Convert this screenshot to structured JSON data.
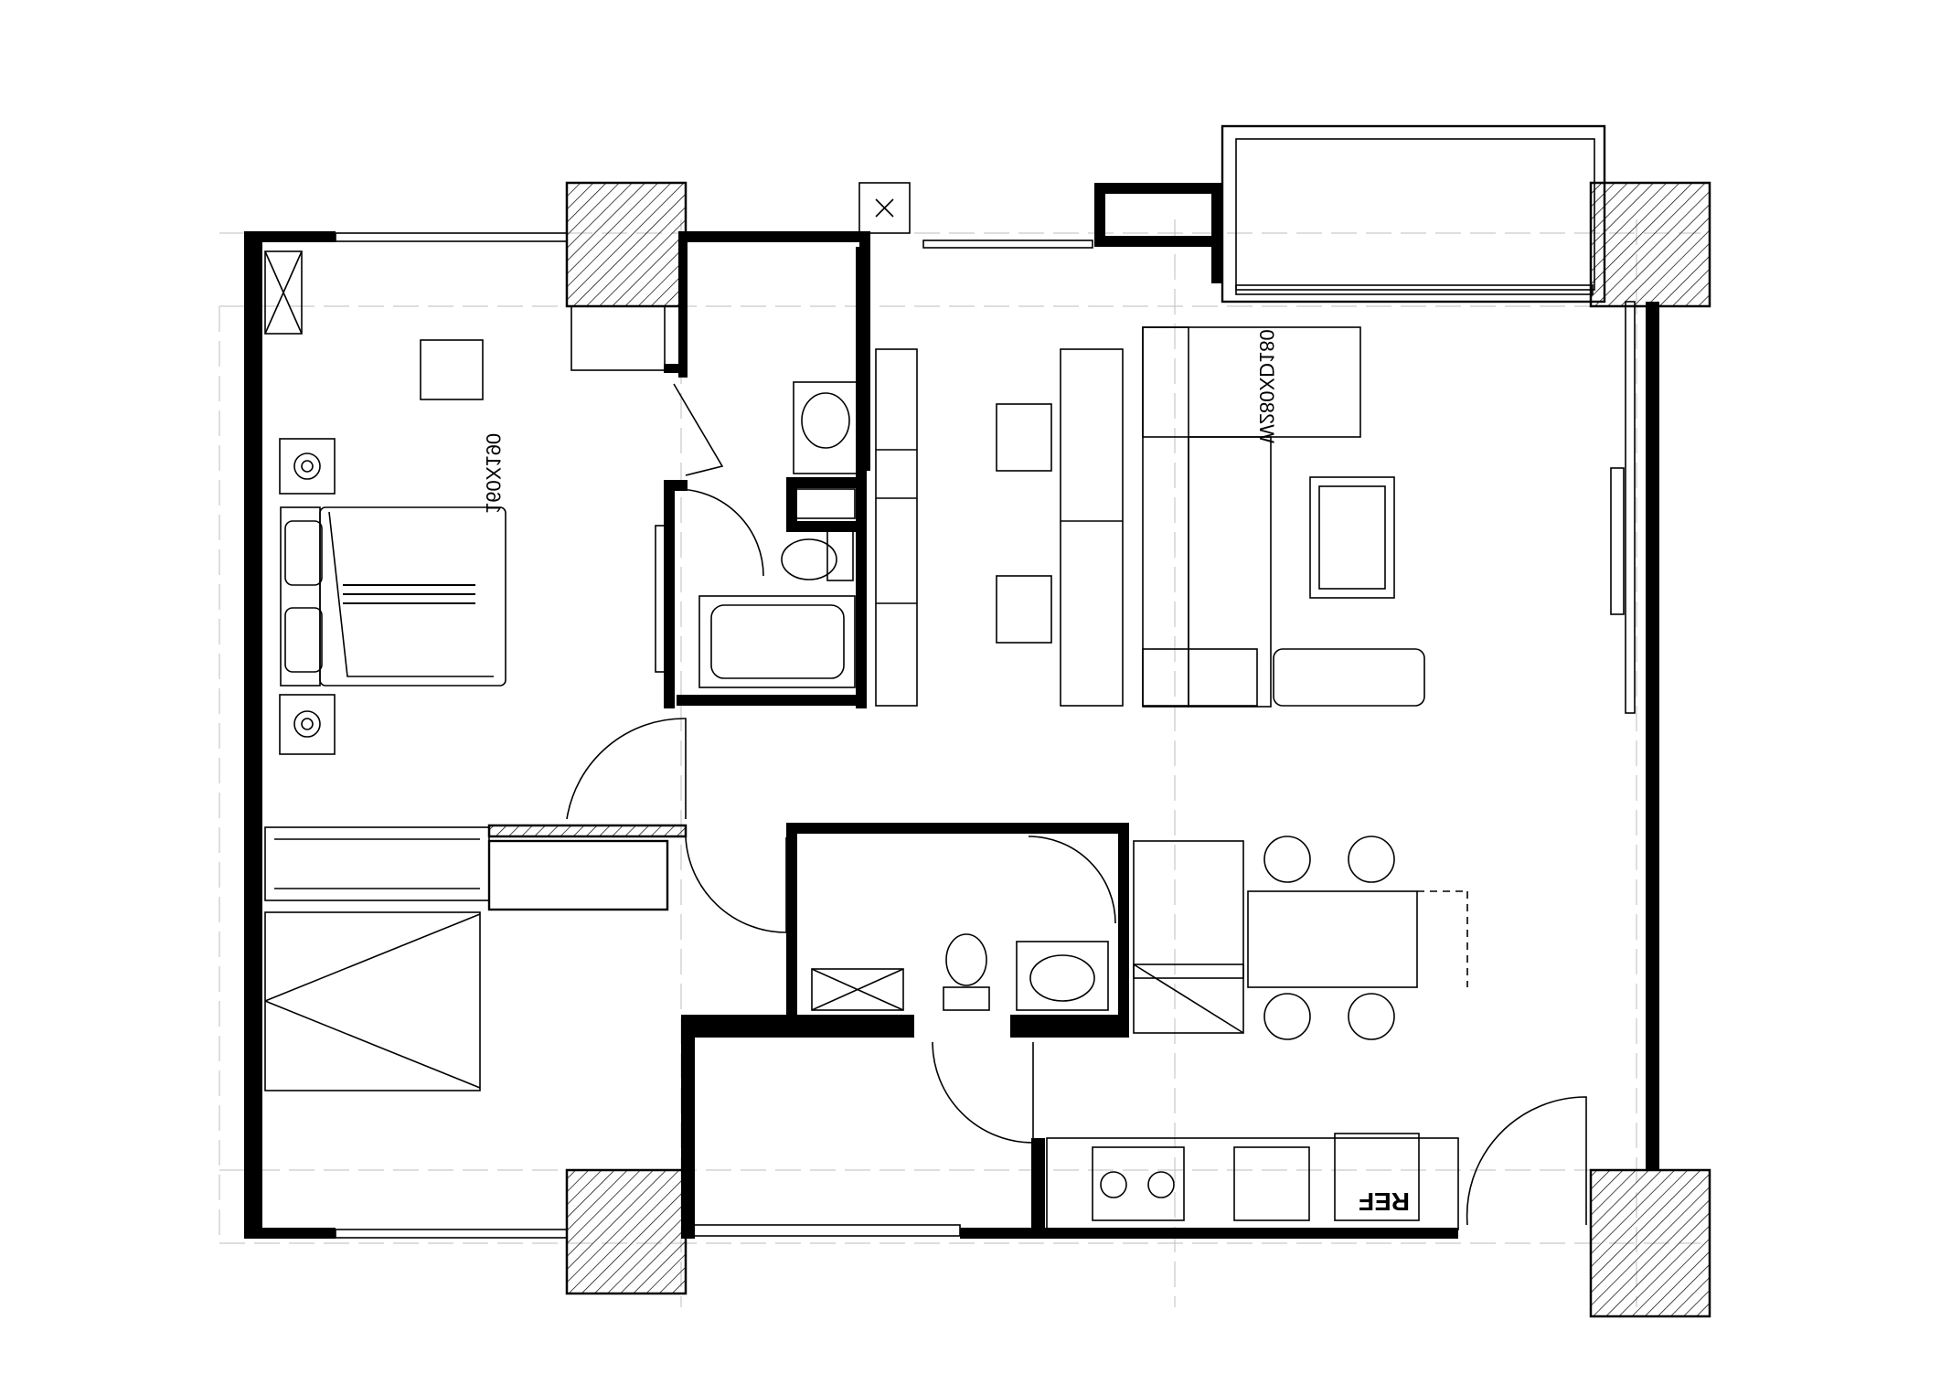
{
  "labels": {
    "bed_size": "160X190",
    "sofa_size": "W280XD180",
    "ref": "REF"
  },
  "colors": {
    "wall": "#000000",
    "background": "#ffffff",
    "guide": "#bdbdbd"
  }
}
